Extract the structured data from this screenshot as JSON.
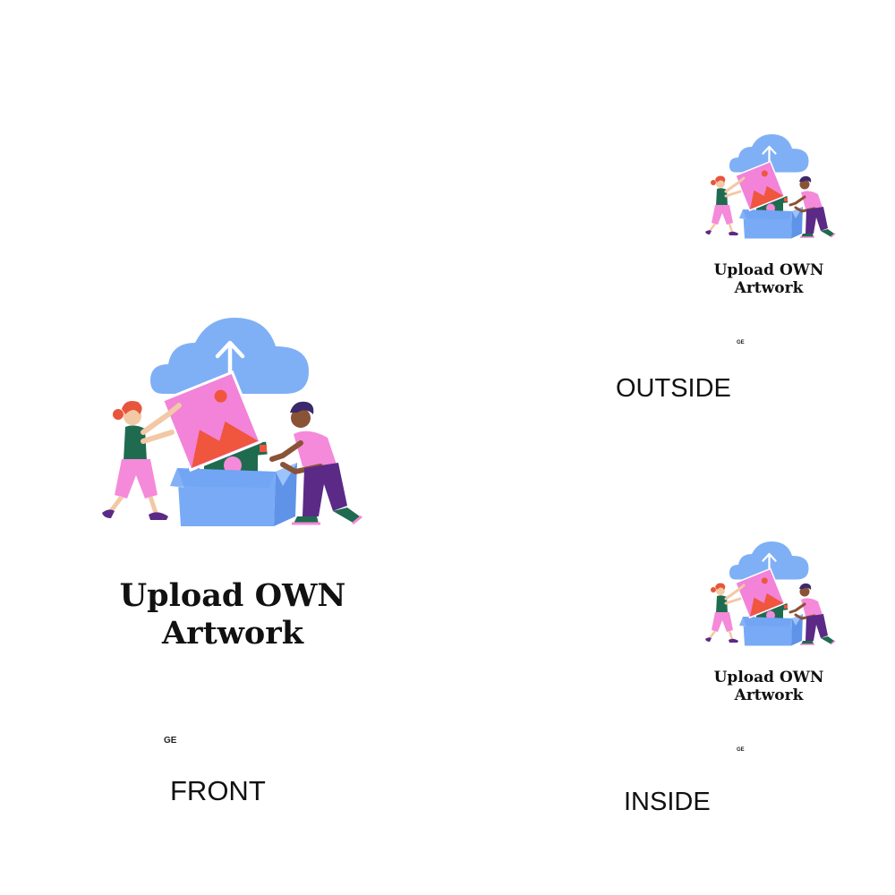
{
  "panels": {
    "front": {
      "title_line1": "Upload OWN",
      "title_line2": "Artwork",
      "tag": "GE",
      "label": "FRONT"
    },
    "outside": {
      "title_line1": "Upload OWN",
      "title_line2": "Artwork",
      "tag": "GE",
      "label": "OUTSIDE"
    },
    "inside": {
      "title_line1": "Upload OWN",
      "title_line2": "Artwork",
      "tag": "GE",
      "label": "INSIDE"
    }
  },
  "illustration": {
    "icons": [
      "cloud-upload-icon",
      "picture-frame-icon",
      "open-box-icon",
      "girl-figure-icon",
      "boy-figure-icon"
    ],
    "colors": {
      "cloud": "#7fb0f5",
      "box": "#78aaf6",
      "box_dark": "#5f93e8",
      "frame": "#f283d8",
      "image_red": "#f0553e",
      "shirt_green": "#1f6b4f",
      "pink_clothes": "#f48ad9",
      "purple_pants": "#5b2a86",
      "skin_light": "#f3c8a4",
      "skin_dark": "#8a5236",
      "hair_red": "#e8553c",
      "hair_dark": "#3b2a6b"
    }
  }
}
